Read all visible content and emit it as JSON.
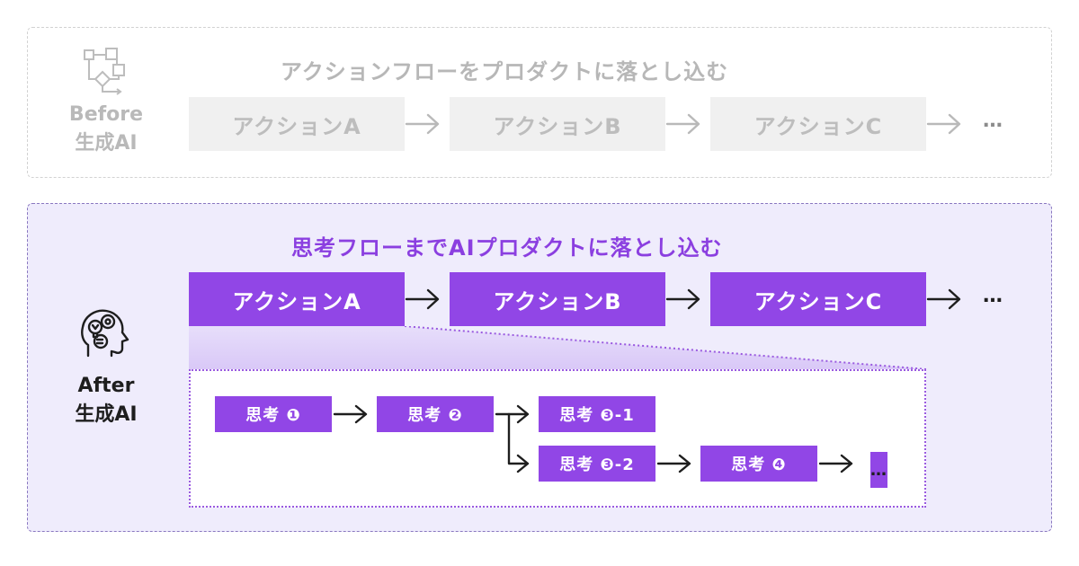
{
  "before": {
    "label": "Before\n生成AI",
    "heading": "アクションフローをプロダクトに落とし込む",
    "actions": [
      "アクションA",
      "アクションB",
      "アクションC"
    ],
    "ellipsis": "…",
    "icon": "flowchart-icon"
  },
  "after": {
    "label": "After\n生成AI",
    "heading": "思考フローまでAIプロダクトに落とし込む",
    "actions": [
      "アクションA",
      "アクションB",
      "アクションC"
    ],
    "ellipsis": "…",
    "icon": "thinking-head-icon",
    "thoughts": {
      "t1": "思考 ❶",
      "t2": "思考 ❷",
      "t3_1": "思考 ❸-1",
      "t3_2": "思考 ❸-2",
      "t4": "思考 ❹"
    },
    "thought_ellipsis": "…"
  },
  "colors": {
    "accent": "#9146e6",
    "heading_accent": "#8b3fe0",
    "after_bg": "#efecfc",
    "before_box": "#f0f0f0",
    "before_text": "#bdbdbd"
  }
}
